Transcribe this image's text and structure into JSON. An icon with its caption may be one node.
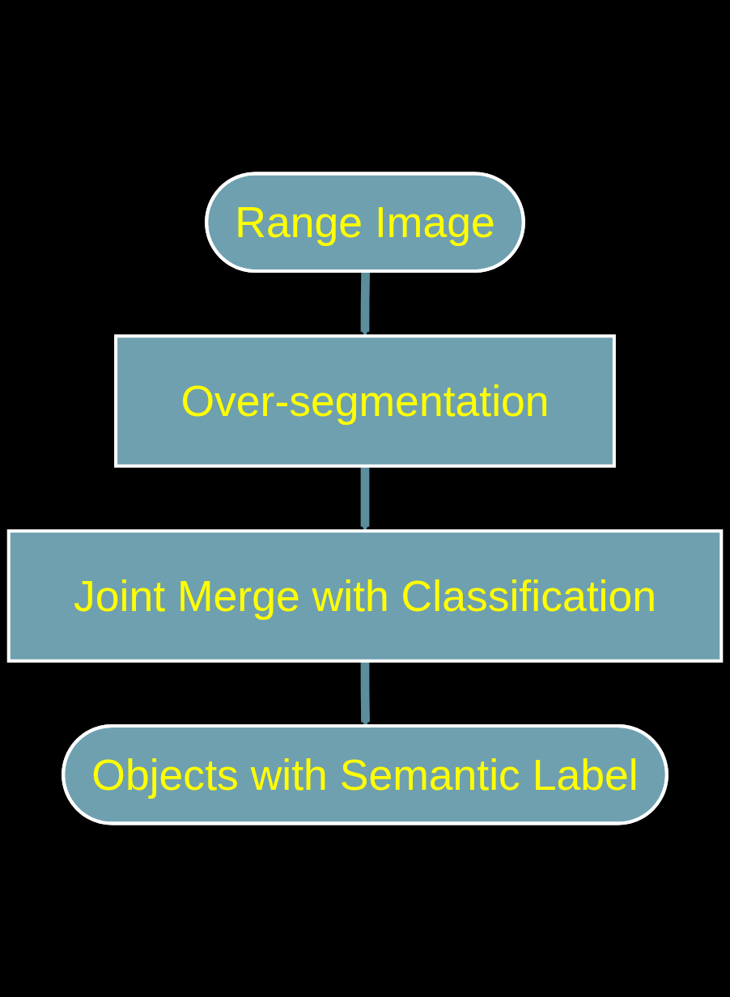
{
  "diagram": {
    "nodes": [
      {
        "text": [
          "Range Image"
        ]
      },
      {
        "text": [
          "Over-segmentation"
        ]
      },
      {
        "text": [
          "Joint Merge with Classification"
        ]
      },
      {
        "text": [
          "Objects with Semantic Label"
        ]
      }
    ],
    "edges": [
      {
        "from": 0,
        "to": 1,
        "arrow": "to"
      },
      {
        "from": 1,
        "to": 2,
        "arrow": "to"
      },
      {
        "from": 2,
        "to": 3,
        "arrow": "to"
      }
    ]
  }
}
